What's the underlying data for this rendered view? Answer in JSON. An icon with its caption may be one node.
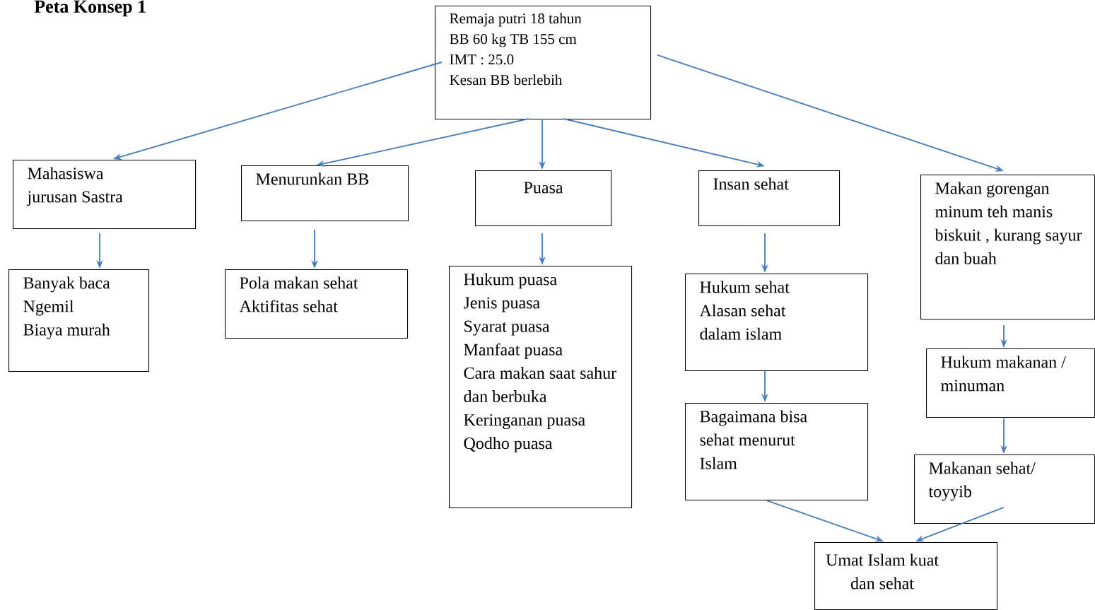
{
  "diagram": {
    "title": "Peta Konsep 1",
    "nodes": [
      {
        "text": [
          "Remaja putri 18 tahun",
          "BB 60 kg TB 155 cm",
          "IMT : 25.0",
          "Kesan  BB berlebih"
        ]
      },
      {
        "text": [
          "Mahasiswa jurusan Sastra"
        ]
      },
      {
        "text": [
          "Menurunkan BB"
        ]
      },
      {
        "text": [
          "Puasa"
        ]
      },
      {
        "text": [
          "Insan sehat"
        ]
      },
      {
        "text": [
          "Makan gorengan minum teh manis biskuit , kurang sayur dan buah"
        ]
      },
      {
        "text": [
          "Banyak baca",
          "Ngemil",
          "Biaya  murah"
        ]
      },
      {
        "text": [
          "Pola makan sehat",
          "Aktifitas sehat"
        ]
      },
      {
        "text": [
          "Hukum puasa",
          "Jenis puasa",
          "Syarat puasa",
          "Manfaat puasa",
          "Cara makan saat sahur dan berbuka",
          "Keringanan puasa",
          "Qodho puasa"
        ]
      },
      {
        "text": [
          "Hukum sehat",
          "Alasan sehat dalam islam"
        ]
      },
      {
        "text": [
          "Bagaimana bisa sehat menurut Islam"
        ]
      },
      {
        "text": [
          "Hukum makanan / minuman"
        ]
      },
      {
        "text": [
          "Makanan sehat/ toyyib"
        ]
      },
      {
        "text": [
          "Umat Islam kuat dan sehat"
        ]
      }
    ],
    "edges": [
      {
        "from": 0,
        "to": 1,
        "arrow": "to"
      },
      {
        "from": 0,
        "to": 2,
        "arrow": "to"
      },
      {
        "from": 0,
        "to": 3,
        "arrow": "to"
      },
      {
        "from": 0,
        "to": 4,
        "arrow": "to"
      },
      {
        "from": 0,
        "to": 5,
        "arrow": "to"
      },
      {
        "from": 1,
        "to": 6,
        "arrow": "to"
      },
      {
        "from": 2,
        "to": 7,
        "arrow": "to"
      },
      {
        "from": 3,
        "to": 8,
        "arrow": "to"
      },
      {
        "from": 4,
        "to": 9,
        "arrow": "to"
      },
      {
        "from": 9,
        "to": 10,
        "arrow": "to"
      },
      {
        "from": 5,
        "to": 11,
        "arrow": "to"
      },
      {
        "from": 11,
        "to": 12,
        "arrow": "to"
      },
      {
        "from": 10,
        "to": 13,
        "arrow": "to"
      },
      {
        "from": 12,
        "to": 13,
        "arrow": "to"
      }
    ]
  }
}
